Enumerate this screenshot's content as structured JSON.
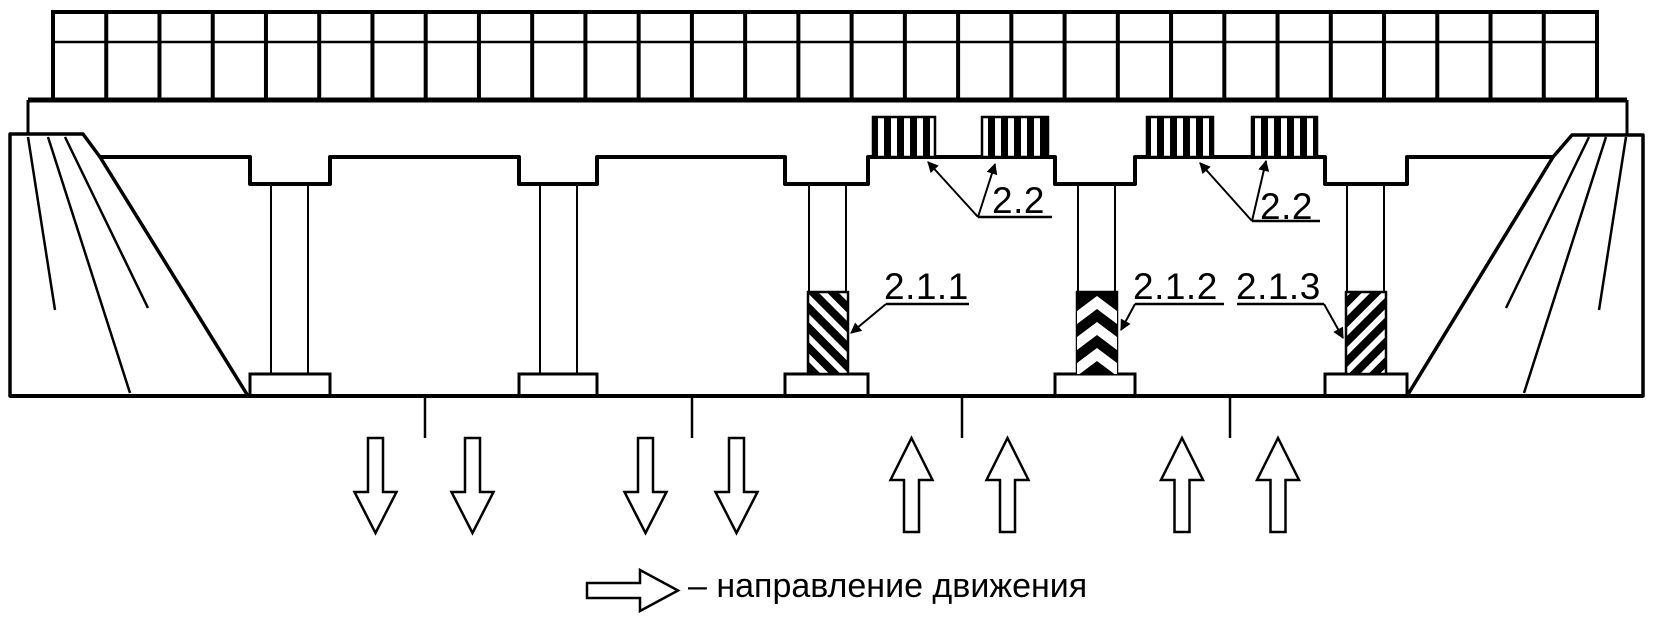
{
  "labels": {
    "span4_beam_marking": "2.2",
    "span5_beam_marking": "2.2",
    "pier3_marking": "2.1.1",
    "pier4_marking": "2.1.2",
    "pier5_marking": "2.1.3"
  },
  "legend": {
    "text": "– направление движения"
  },
  "markings": [
    {
      "label": "2.1.1",
      "pattern": "diagonal-stripes-descending-right",
      "location": "pier-3-column-lower-part"
    },
    {
      "label": "2.1.2",
      "pattern": "upward-chevrons",
      "location": "pier-4-column-lower-part"
    },
    {
      "label": "2.1.3",
      "pattern": "diagonal-stripes-ascending-right",
      "location": "pier-5-column-lower-part"
    },
    {
      "label": "2.2",
      "pattern": "vertical-stripes",
      "location": "beam-fascia-over-spans-4-and-5",
      "count": 4
    }
  ],
  "traffic_arrows": {
    "left_spans_direction": "down",
    "right_spans_direction": "up"
  },
  "colors": {
    "ink": "#000000",
    "paper": "#ffffff"
  }
}
